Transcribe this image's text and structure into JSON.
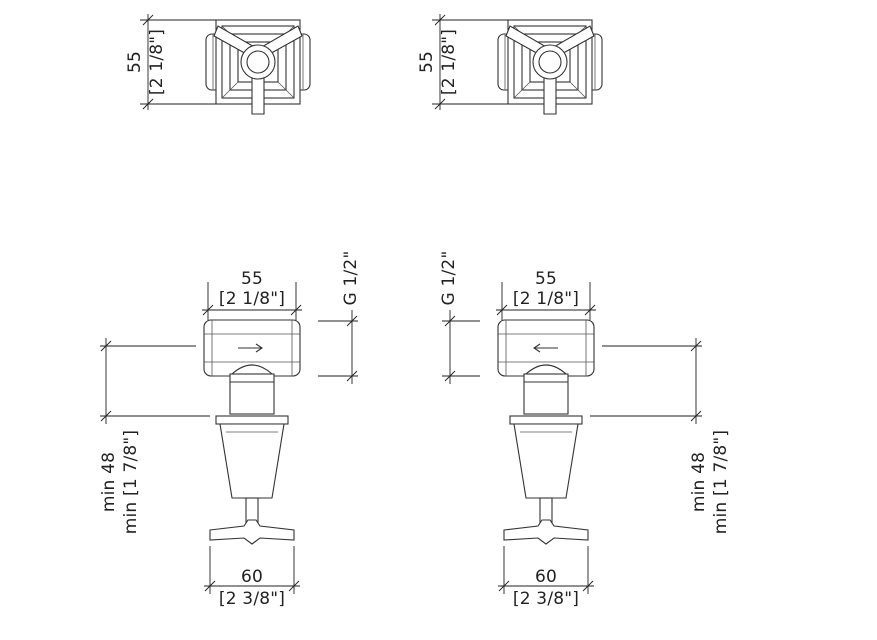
{
  "top_left": {
    "height_mm": "55",
    "height_in": "[2 1/8\"]"
  },
  "top_right": {
    "height_mm": "55",
    "height_in": "[2 1/8\"]"
  },
  "side_left": {
    "width_mm": "55",
    "width_in": "[2 1/8\"]",
    "thread": "G 1/2\"",
    "depth_mm": "min 48",
    "depth_in": "min [1 7/8\"]",
    "handle_mm": "60",
    "handle_in": "[2 3/8\"]"
  },
  "side_right": {
    "width_mm": "55",
    "width_in": "[2 1/8\"]",
    "thread": "G 1/2\"",
    "depth_mm": "min 48",
    "depth_in": "min [1 7/8\"]",
    "handle_mm": "60",
    "handle_in": "[2 3/8\"]"
  }
}
